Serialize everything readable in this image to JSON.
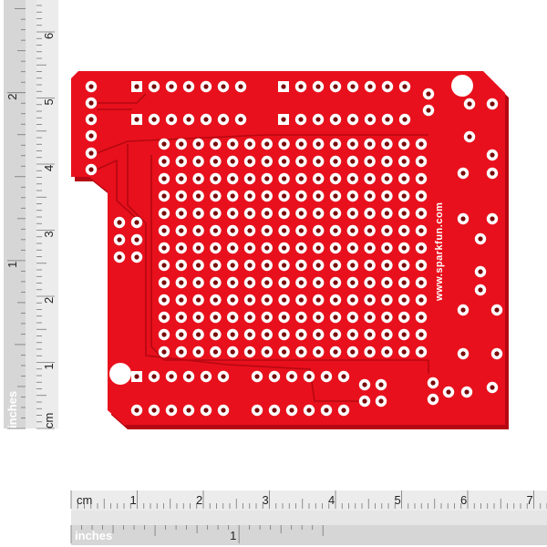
{
  "scene": {
    "description_colors": {
      "board": "#e8101c",
      "board_shadow": "#b50812",
      "pad_ring": "#ffffff",
      "pad_hole": "#7a0a0a",
      "ruler_bg": "#e6e6e6",
      "ruler_dark": "#999999"
    }
  },
  "board": {
    "silkscreen_url": "www.sparkfun.com",
    "proto_grid": {
      "cols": 16,
      "rows": 13
    }
  },
  "ruler_bottom": {
    "cm_label": "cm",
    "inches_label": "inches",
    "cm_ticks": [
      "1",
      "2",
      "3",
      "4",
      "5",
      "6",
      "7"
    ],
    "inch_ticks": [
      "1"
    ]
  },
  "ruler_left": {
    "cm_label": "cm",
    "inches_label": "inches",
    "cm_ticks": [
      "1",
      "2",
      "3",
      "4",
      "5",
      "6"
    ],
    "inch_ticks": [
      "1",
      "2"
    ]
  }
}
